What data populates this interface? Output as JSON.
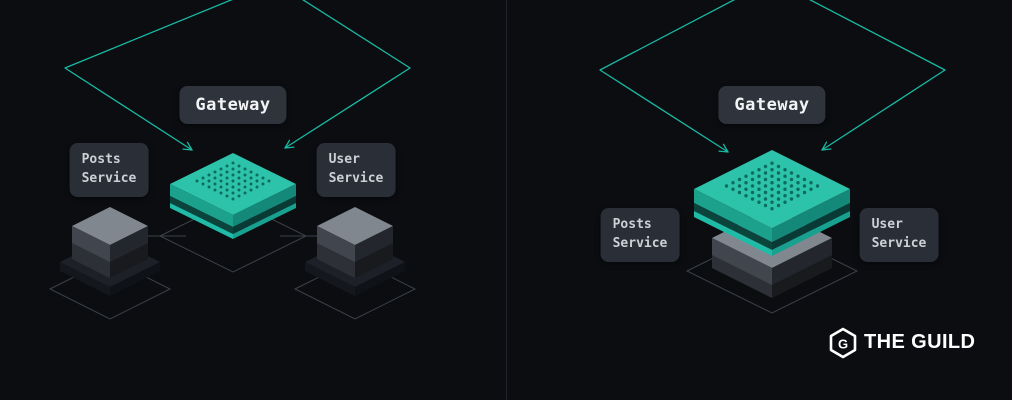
{
  "colors": {
    "background": "#0b0d11",
    "accent_teal": "#19b9a4",
    "platform_teal": "#2dc2aa",
    "label_box_bg": "#2a2f37",
    "label_text": "#ccd1d8"
  },
  "diagrams": {
    "left": {
      "gateway_label": "Gateway",
      "posts_label": "Posts\nService",
      "user_label": "User\nService"
    },
    "right": {
      "gateway_label": "Gateway",
      "posts_label": "Posts\nService",
      "user_label": "User\nService"
    }
  },
  "logo": {
    "brand_text": "THE GUILD",
    "icon": "hexagon-g-icon",
    "icon_glyph": "G"
  }
}
